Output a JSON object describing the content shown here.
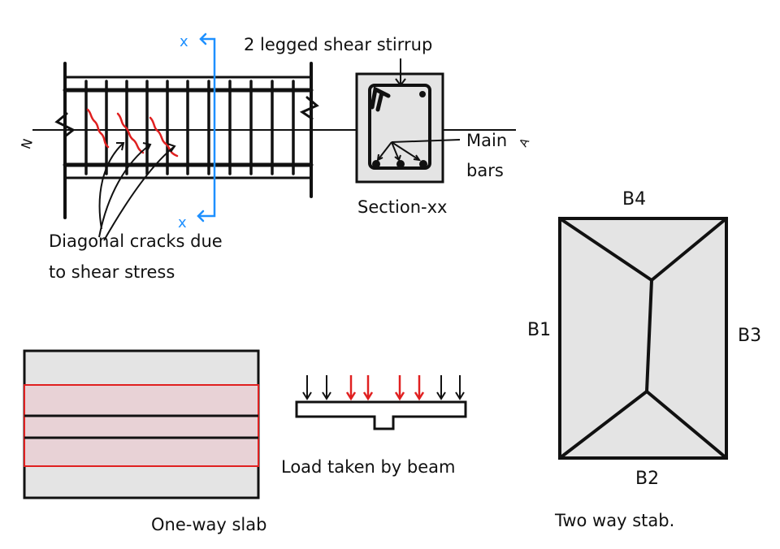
{
  "beam": {
    "stirrup_label": "2 legged shear stirrup",
    "section_mark_top": "x",
    "section_mark_bottom": "x",
    "axis_left": "N",
    "axis_right": "A",
    "cracks_label_line1": "Diagonal cracks due",
    "cracks_label_line2": "to shear stress"
  },
  "section": {
    "title": "Section-xx",
    "main_bars_line1": "Main",
    "main_bars_line2": "bars"
  },
  "one_way": {
    "title": "One-way slab",
    "load_label": "Load taken by beam"
  },
  "two_way": {
    "title": "Two way stab.",
    "b1": "B1",
    "b2": "B2",
    "b3": "B3",
    "b4": "B4"
  },
  "colors": {
    "line": "#111111",
    "crack": "#e02020",
    "section_cut": "#1e90ff",
    "fill": "#e4e4e4",
    "strip": "#e8d2d6"
  }
}
